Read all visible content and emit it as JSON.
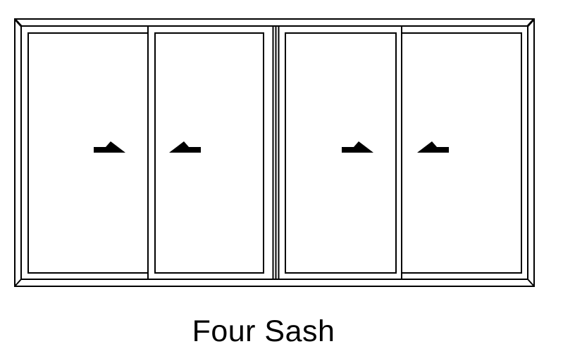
{
  "diagram": {
    "title": "Four Sash",
    "type": "window-elevation",
    "description": "CAD elevation drawing of a four-sash horizontal sliding window",
    "colors": {
      "line": "#000000",
      "background": "#ffffff"
    },
    "frame": {
      "style": "double-line mitered frame",
      "center_mullion": "triple-line mullion between the two sash pairs"
    },
    "sashes": [
      {
        "name": "sash-1",
        "position": "far-left",
        "slide_direction": "right",
        "icon": "slide-arrow-right-icon"
      },
      {
        "name": "sash-2",
        "position": "center-left",
        "slide_direction": "left",
        "icon": "slide-arrow-left-icon"
      },
      {
        "name": "sash-3",
        "position": "center-right",
        "slide_direction": "right",
        "icon": "slide-arrow-right-icon"
      },
      {
        "name": "sash-4",
        "position": "far-right",
        "slide_direction": "left",
        "icon": "slide-arrow-left-icon"
      }
    ]
  }
}
